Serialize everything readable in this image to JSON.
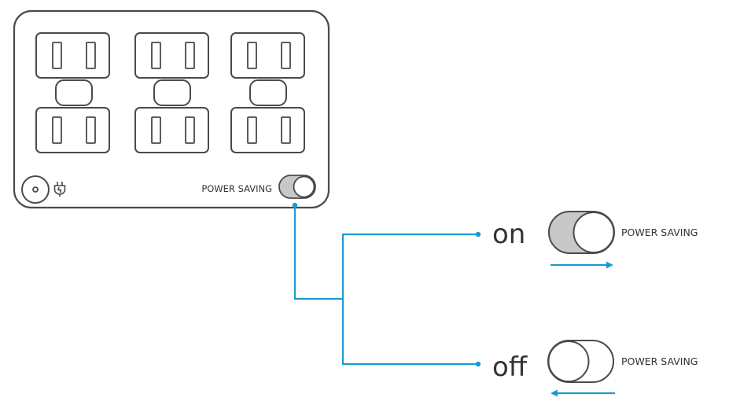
{
  "device": {
    "switch_label": "POWER SAVING",
    "outlet_count": 6,
    "switch_state": "on"
  },
  "states": [
    {
      "label": "on",
      "switch_label": "POWER SAVING",
      "switch_position": "on",
      "arrow_direction": "right"
    },
    {
      "label": "off",
      "switch_label": "POWER SAVING",
      "switch_position": "off",
      "arrow_direction": "left"
    }
  ],
  "colors": {
    "line": "#1a9bd0",
    "outline": "#4a4a4a",
    "switch_fill": "#c8c8c8",
    "text": "#333333"
  },
  "icons": {
    "power_button": "power-button-icon",
    "plug": "plug-icon"
  }
}
